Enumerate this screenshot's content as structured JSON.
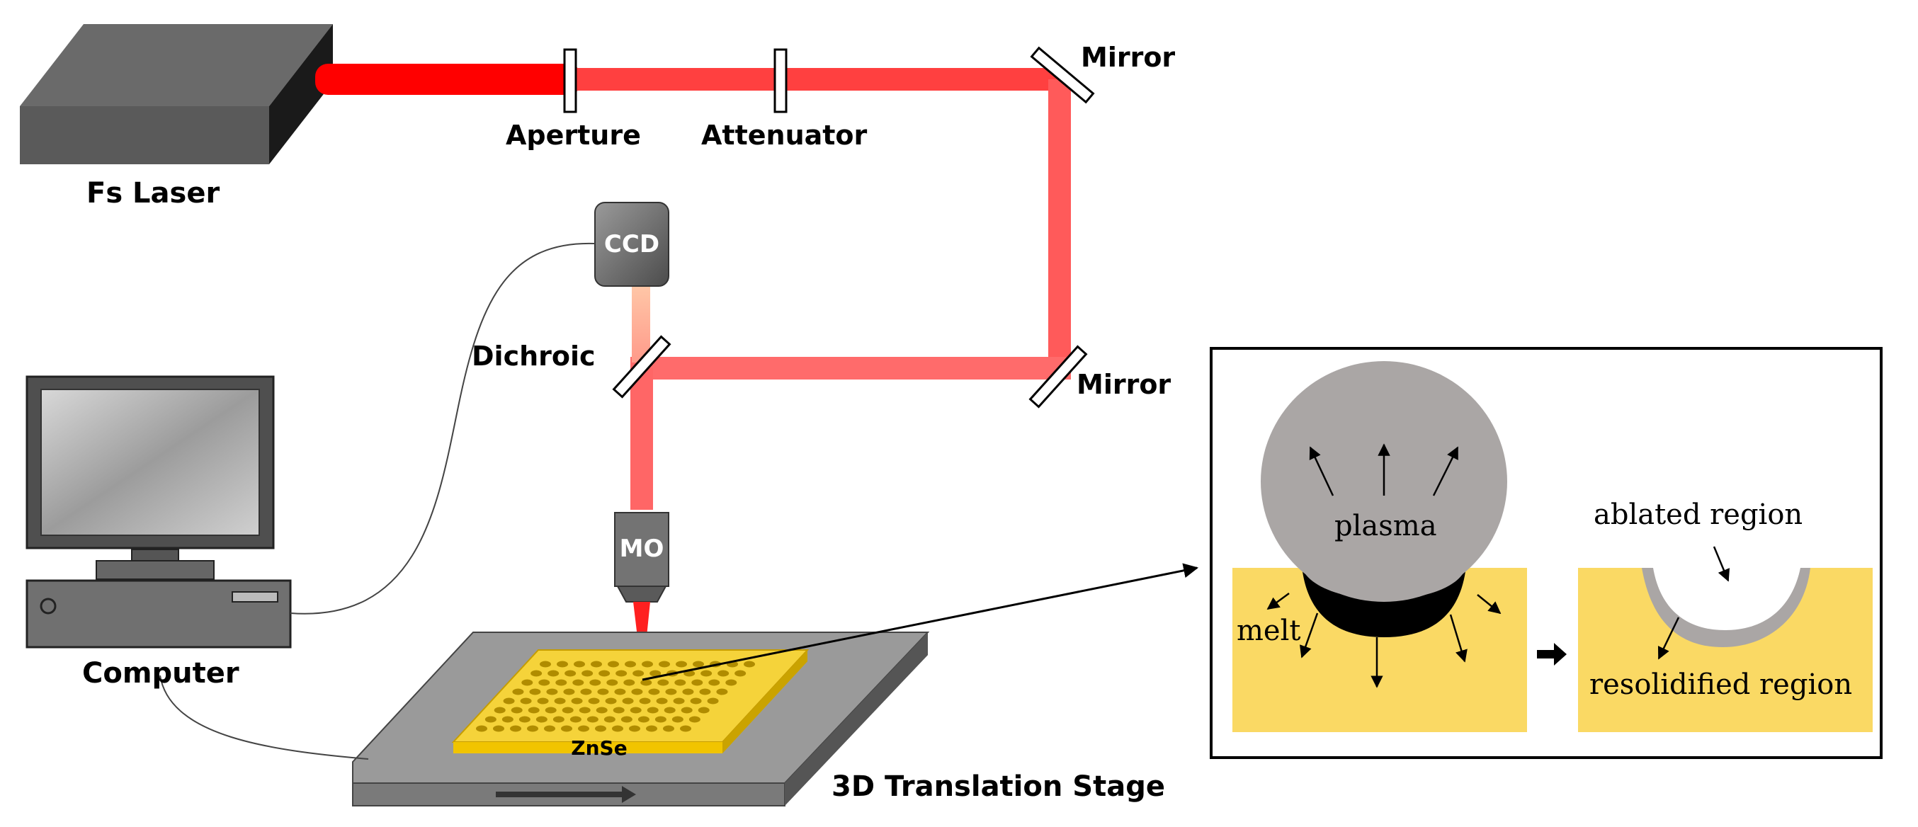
{
  "labels": {
    "laser": "Fs Laser",
    "aperture": "Aperture",
    "attenuator": "Attenuator",
    "mirror_top": "Mirror",
    "mirror_bottom": "Mirror",
    "dichroic": "Dichroic",
    "ccd": "CCD",
    "mo": "MO",
    "computer": "Computer",
    "sample": "ZnSe",
    "stage": "3D Translation Stage"
  },
  "inset": {
    "plasma": "plasma",
    "melt": "melt",
    "ablated": "ablated region",
    "resolidified": "resolidified region"
  },
  "colors": {
    "beam": "#ff5a5a",
    "beam_strong": "#ff1a1a",
    "znse": "#fad964",
    "plasma": "#aaa6a5",
    "stage": "#8c8c8c"
  }
}
